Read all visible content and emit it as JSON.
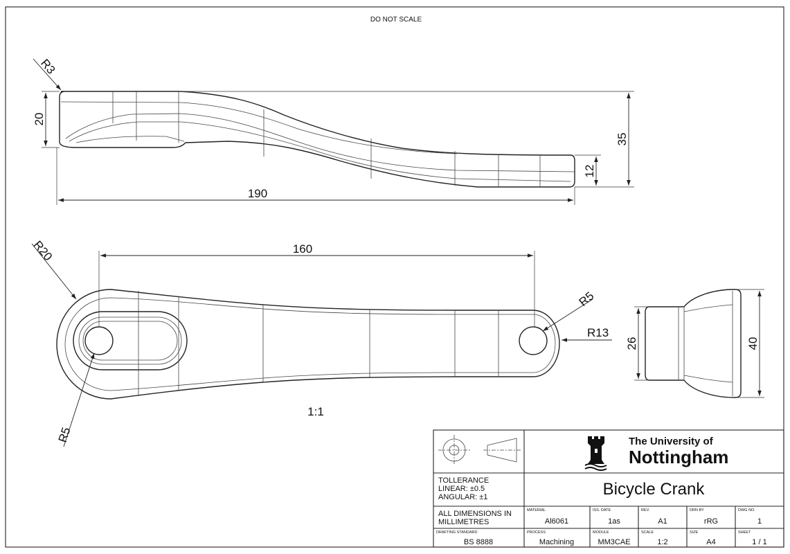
{
  "drawing": {
    "note_top": "DO NOT SCALE",
    "scale_note": "1:1",
    "dimensions": {
      "side_r3": "R3",
      "side_h20": "20",
      "side_h35": "35",
      "side_h12": "12",
      "side_len190": "190",
      "top_r20": "R20",
      "top_len160": "160",
      "top_r5_right": "R5",
      "top_r13": "R13",
      "top_r5_left": "R5",
      "end_w26": "26",
      "end_w40": "40"
    }
  },
  "title_block": {
    "university_line1": "The University of",
    "university_line2": "Nottingham",
    "title": "Bicycle Crank",
    "tolerance_label": "TOLLERANCE",
    "tolerance_linear": "LINEAR: ±0.5",
    "tolerance_angular": "ANGULAR: ±1",
    "units_line1": "ALL DIMENSIONS IN",
    "units_line2": "MILLIMETRES",
    "drafting_standard_label": "DRAFTING STANDARD",
    "drafting_standard": "BS 8888",
    "fields_row1": [
      {
        "label": "MATERIAL",
        "value": "Al6061"
      },
      {
        "label": "ISS. DATE",
        "value": "1as"
      },
      {
        "label": "REV.",
        "value": "A1"
      },
      {
        "label": "DRN BY",
        "value": "rRG"
      },
      {
        "label": "DWG NO.",
        "value": "1"
      }
    ],
    "fields_row2": [
      {
        "label": "PROCESS",
        "value": "Machining"
      },
      {
        "label": "MODULE",
        "value": "MM3CAE"
      },
      {
        "label": "SCALE",
        "value": "1:2"
      },
      {
        "label": "SIZE",
        "value": "A4"
      },
      {
        "label": "SHEET",
        "value": "1 / 1"
      }
    ]
  }
}
